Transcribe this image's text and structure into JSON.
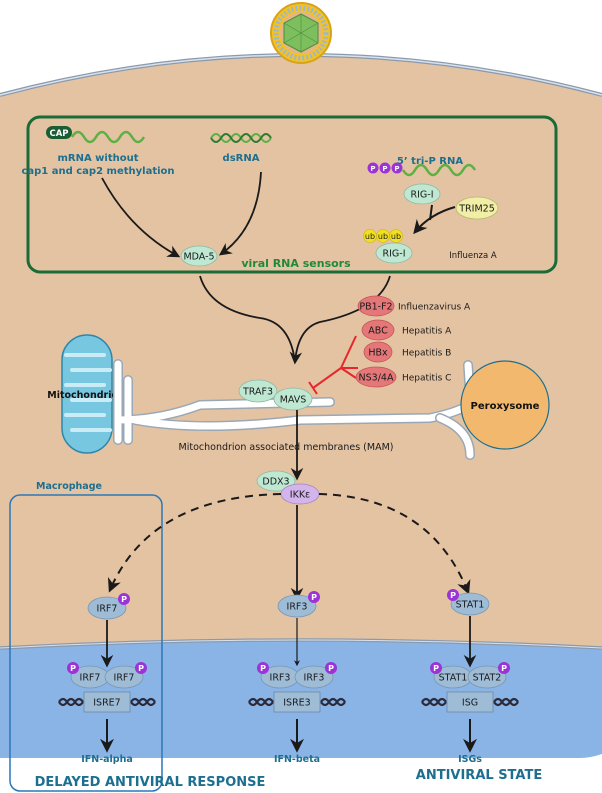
{
  "diagram": {
    "title": "Viral RNA sensing and interferon signaling pathway",
    "colors": {
      "cytoplasm": "#e4c3a3",
      "nucleus": "#8ab4e6",
      "sensor_box": "#1a6b35",
      "label_teal": "#1d6f8f",
      "sensor_green": "#1f8a3a",
      "protein_green": "#bfe8d3",
      "protein_red": "#e57779",
      "protein_blue": "#9fbcd6",
      "protein_purple": "#d4b4ec",
      "phospho": "#9b33d6",
      "ubiquitin": "#f2e020",
      "trim25": "#f1eea6",
      "inhibition": "#e8262b",
      "peroxysome": "#f1b86e",
      "mitochondrion": "#78c7e0",
      "macrophage_box": "#2a77b8"
    },
    "sensor_box": {
      "label": "viral RNA sensors",
      "ligands": {
        "cap_label": "CAP",
        "mrna_line1": "mRNA without",
        "mrna_line2": "cap1 and cap2 methylation",
        "dsrna": "dsRNA",
        "triP": "5’ tri-P RNA",
        "phospho": "P"
      },
      "proteins": {
        "mda5": "MDA-5",
        "rig1_top": "RIG-I",
        "rig1_bottom": "RIG-I",
        "trim25": "TRIM25",
        "ub": "ub"
      },
      "influenza_note": "Influenza A"
    },
    "viral_inhibitors": [
      {
        "protein": "PB1-F2",
        "virus": "Influenzavirus A"
      },
      {
        "protein": "ABC",
        "virus": "Hepatitis A"
      },
      {
        "protein": "HBx",
        "virus": "Hepatitis B"
      },
      {
        "protein": "NS3/4A",
        "virus": "Hepatitis C"
      }
    ],
    "organelles": {
      "mitochondrion": "Mitochondrion",
      "peroxysome": "Peroxysome",
      "mam": "Mitochondrion associated membranes (MAM)"
    },
    "adaptors": {
      "traf3": "TRAF3",
      "mavs": "MAVS",
      "ddx3": "DDX3",
      "ikke": "IKKε"
    },
    "macrophage_label": "Macrophage",
    "branches": [
      {
        "cyto": "IRF7",
        "dimer": [
          "IRF7",
          "IRF7"
        ],
        "element": "ISRE7",
        "output": "IFN-alpha"
      },
      {
        "cyto": "IRF3",
        "dimer": [
          "IRF3",
          "IRF3"
        ],
        "element": "ISRE3",
        "output": "IFN-beta"
      },
      {
        "cyto": "STAT1",
        "dimer": [
          "STAT1",
          "STAT2"
        ],
        "element": "ISG",
        "output": "ISGs"
      }
    ],
    "phospho_label": "P",
    "outcomes": {
      "delayed": "DELAYED ANTIVIRAL RESPONSE",
      "state": "ANTIVIRAL STATE"
    }
  }
}
